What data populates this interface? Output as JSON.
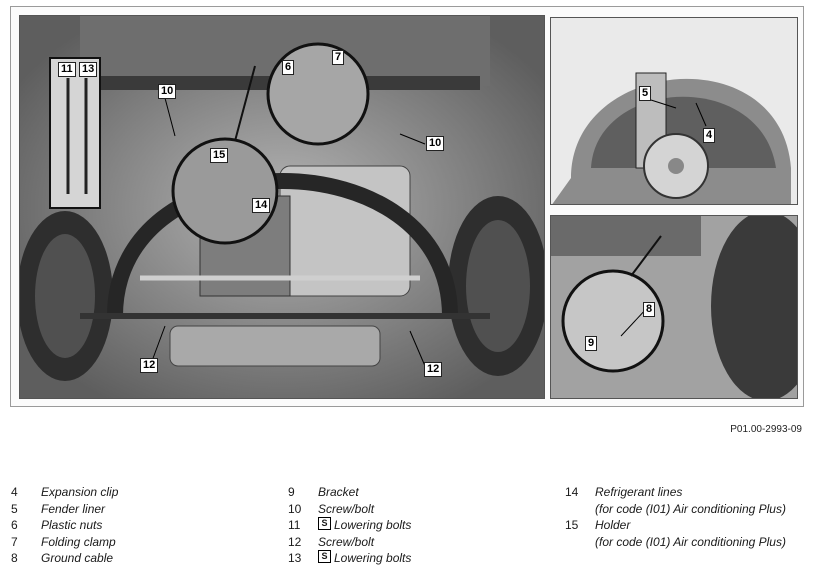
{
  "figure_code": "P01.00-2993-09",
  "callouts": {
    "main": [
      "11",
      "13",
      "10",
      "6",
      "7",
      "10",
      "15",
      "14",
      "12",
      "12"
    ],
    "top_right": [
      "5",
      "4"
    ],
    "bottom_right": [
      "8",
      "9"
    ]
  },
  "legend": {
    "col1": [
      {
        "num": "4",
        "text": "Expansion clip"
      },
      {
        "num": "5",
        "text": "Fender liner"
      },
      {
        "num": "6",
        "text": "Plastic nuts"
      },
      {
        "num": "7",
        "text": "Folding clamp"
      },
      {
        "num": "8",
        "text": "Ground cable"
      }
    ],
    "col2": [
      {
        "num": "9",
        "text": "Bracket"
      },
      {
        "num": "10",
        "text": "Screw/bolt"
      },
      {
        "num": "11",
        "text": "Lowering bolts",
        "icon": "special-tool-icon"
      },
      {
        "num": "12",
        "text": "Screw/bolt"
      },
      {
        "num": "13",
        "text": "Lowering bolts",
        "icon": "special-tool-icon"
      }
    ],
    "col3": [
      {
        "num": "14",
        "text": "Refrigerant lines",
        "sub": "(for code (I01) Air conditioning Plus)"
      },
      {
        "num": "15",
        "text": "Holder",
        "sub": "(for code (I01) Air conditioning Plus)"
      }
    ]
  },
  "icon_glyph": "S"
}
